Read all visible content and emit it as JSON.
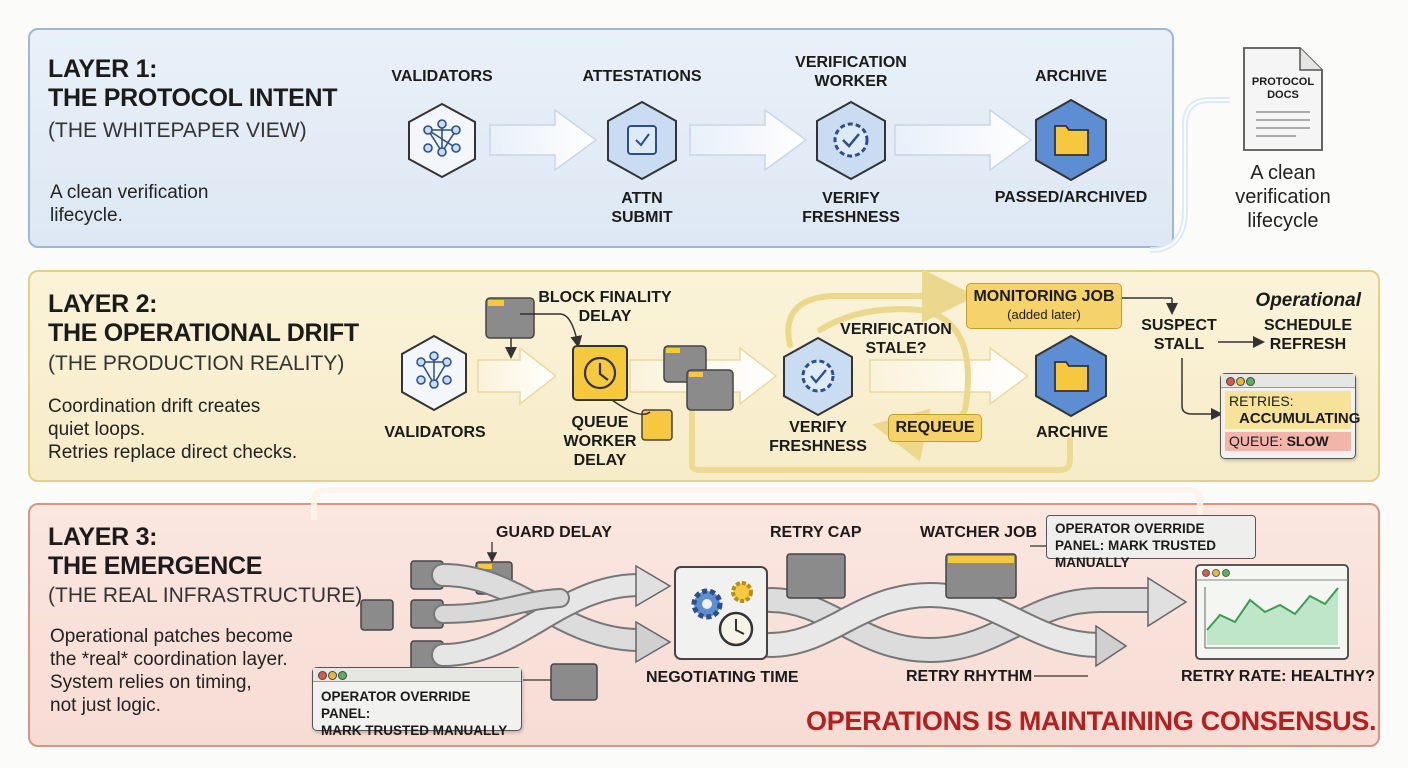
{
  "layer1": {
    "title": "LAYER 1:\nTHE PROTOCOL INTENT",
    "subtitle": "(THE WHITEPAPER VIEW)",
    "desc": "A clean verification\nlifecycle.",
    "nodes": [
      {
        "top": "VALIDATORS",
        "bottom": ""
      },
      {
        "top": "ATTESTATIONS",
        "bottom": "ATTN\nSUBMIT"
      },
      {
        "top": "VERIFICATION\nWORKER",
        "bottom": "VERIFY\nFRESHNESS"
      },
      {
        "top": "ARCHIVE",
        "bottom": "PASSED/ARCHIVED"
      }
    ]
  },
  "docs": {
    "label": "PROTOCOL\nDOCS",
    "caption": "A clean\nverification\nlifecycle"
  },
  "layer2": {
    "title": "LAYER 2:\nTHE OPERATIONAL DRIFT",
    "subtitle": "(THE PRODUCTION REALITY)",
    "desc": "Coordination drift creates\nquiet loops.\nRetries replace direct checks.",
    "validators": "VALIDATORS",
    "block_finality": "BLOCK FINALITY\nDELAY",
    "queue_worker": "QUEUE\nWORKER\nDELAY",
    "verification_stale": "VERIFICATION\nSTALE?",
    "verify": "VERIFY\nFRESHNESS",
    "requeue": "REQUEUE",
    "archive": "ARCHIVE",
    "monitoring_job": "MONITORING JOB",
    "monitoring_note": "(added later)",
    "suspect_stall": "SUSPECT\nSTALL",
    "operational": "Operational",
    "schedule_refresh": "SCHEDULE\nREFRESH",
    "retries_label": "RETRIES:",
    "retries_value": "ACCUMULATING",
    "queue_label": "QUEUE:",
    "queue_value": "SLOW"
  },
  "layer3": {
    "title": "LAYER 3:\nTHE EMERGENCE",
    "subtitle": "(THE REAL INFRASTRUCTURE)",
    "desc": "Operational patches become\nthe *real* coordination layer.\nSystem relies on timing,\nnot just logic.",
    "guard_delay": "GUARD DELAY",
    "retry_cap": "RETRY CAP",
    "watcher_job": "WATCHER JOB",
    "override_top": "OPERATOR OVERRIDE PANEL:\nMARK TRUSTED MANUALLY",
    "override_bottom": "OPERATOR OVERRIDE PANEL:\nMARK TRUSTED MANUALLY",
    "negotiating_time": "NEGOTIATING TIME",
    "retry_rhythm": "RETRY RHYTHM",
    "retry_rate": "RETRY RATE: HEALTHY?",
    "conclusion": "OPERATIONS IS MAINTAINING CONSENSUS."
  },
  "colors": {
    "layer1_bg": "#dde8f4",
    "layer2_bg": "#f7ecc8",
    "layer3_bg": "#f7dcd4",
    "node_blue": "#c9dcf2",
    "archive_fill": "#f5c83e",
    "accent_red": "#b51f1f",
    "slow_red": "#f3b5aa"
  }
}
